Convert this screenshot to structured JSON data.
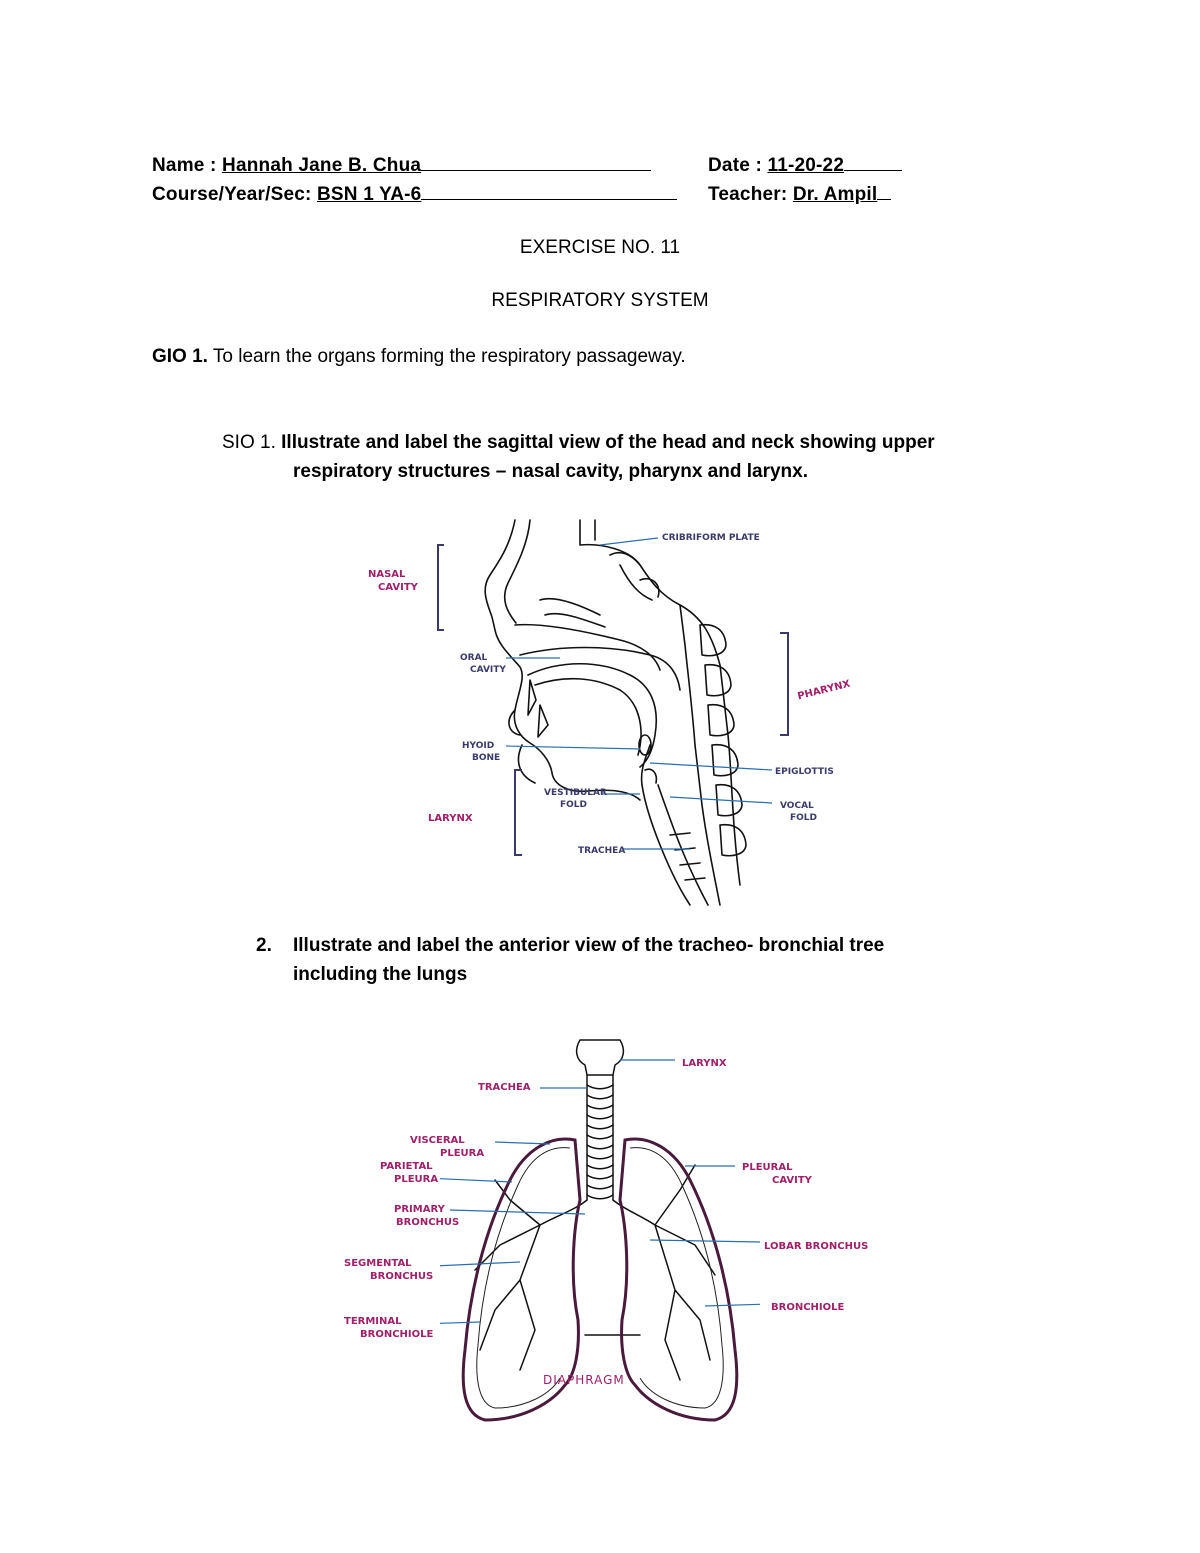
{
  "header": {
    "name_label": "Name :",
    "name_value": "Hannah Jane B. Chua",
    "date_label": "Date :",
    "date_value": "11-20-22",
    "course_label": "Course/Year/Sec:",
    "course_value": "BSN 1 YA-6",
    "teacher_label": "Teacher:",
    "teacher_value": "Dr. Ampil"
  },
  "title": {
    "exercise": "EXERCISE NO. 11",
    "topic": "RESPIRATORY SYSTEM"
  },
  "gio": {
    "label": "GIO 1.",
    "text": "To learn the organs forming the respiratory passageway."
  },
  "sio1": {
    "prefix": "SIO 1.",
    "line1": "Illustrate and label the sagittal view of the head and neck showing upper",
    "line2": "respiratory structures – nasal cavity, pharynx and larynx."
  },
  "figure1_labels": {
    "cribriform": "CRIBRIFORM PLATE",
    "nasal": [
      "NASAL",
      "CAVITY"
    ],
    "oral": [
      "ORAL",
      "CAVITY"
    ],
    "pharynx": "PHARYNX",
    "hyoid": [
      "HYOID",
      "BONE"
    ],
    "epiglottis": "EPIGLOTTIS",
    "vestibular": [
      "VESTIBULAR",
      "FOLD"
    ],
    "vocal": [
      "VOCAL",
      "FOLD"
    ],
    "larynx": "LARYNX",
    "trachea": "TRACHEA"
  },
  "item2": {
    "number": "2.",
    "line1": "Illustrate and label the anterior view of the tracheo- bronchial tree",
    "line2": "including the lungs"
  },
  "figure2_labels": {
    "larynx": "LARYNX",
    "trachea": "TRACHEA",
    "visceral": [
      "VISCERAL",
      "PLEURA"
    ],
    "parietal": [
      "PARIETAL",
      "PLEURA"
    ],
    "pleural_cavity": [
      "PLEURAL",
      "CAVITY"
    ],
    "primary": [
      "PRIMARY",
      "BRONCHUS"
    ],
    "lobar": "LOBAR BRONCHUS",
    "segmental": [
      "SEGMENTAL",
      "BRONCHUS"
    ],
    "bronchiole": "BRONCHIOLE",
    "terminal": [
      "TERMINAL",
      "BRONCHIOLE"
    ],
    "diaphragm": "DIAPHRAGM"
  },
  "colors": {
    "ink": "#000000",
    "blue_label": "#3a3a6a",
    "magenta_label": "#a0206a",
    "leader_line": "#2a6fb0",
    "pleura": "#4a1a3a"
  }
}
